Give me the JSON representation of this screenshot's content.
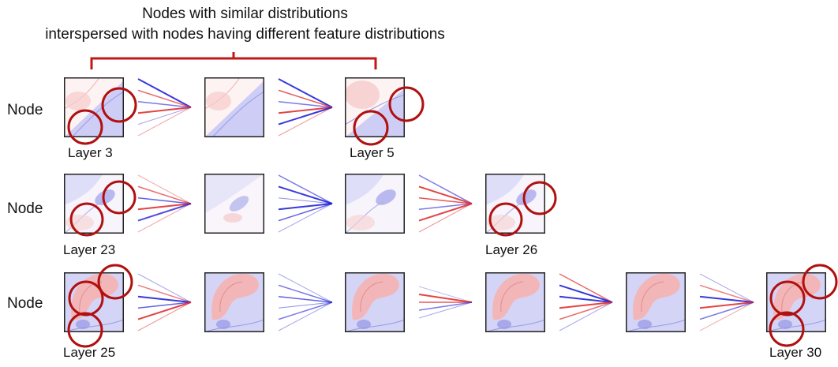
{
  "header": {
    "line1": "Nodes with similar distributions",
    "line2": "interspersed with nodes having different feature distributions"
  },
  "rows": [
    {
      "label": "Node",
      "start_layer": "Layer 3",
      "end_layer": "Layer 5",
      "panel_count": 3
    },
    {
      "label": "Node",
      "start_layer": "Layer 23",
      "end_layer": "Layer 26",
      "panel_count": 4
    },
    {
      "label": "Node",
      "start_layer": "Layer 25",
      "end_layer": "Layer 30",
      "panel_count": 6
    }
  ],
  "colors": {
    "positive": "#e03030",
    "negative": "#2323d6",
    "highlight_circle": "#b01010",
    "bracket": "#c01818",
    "panel_border": "#222222"
  }
}
